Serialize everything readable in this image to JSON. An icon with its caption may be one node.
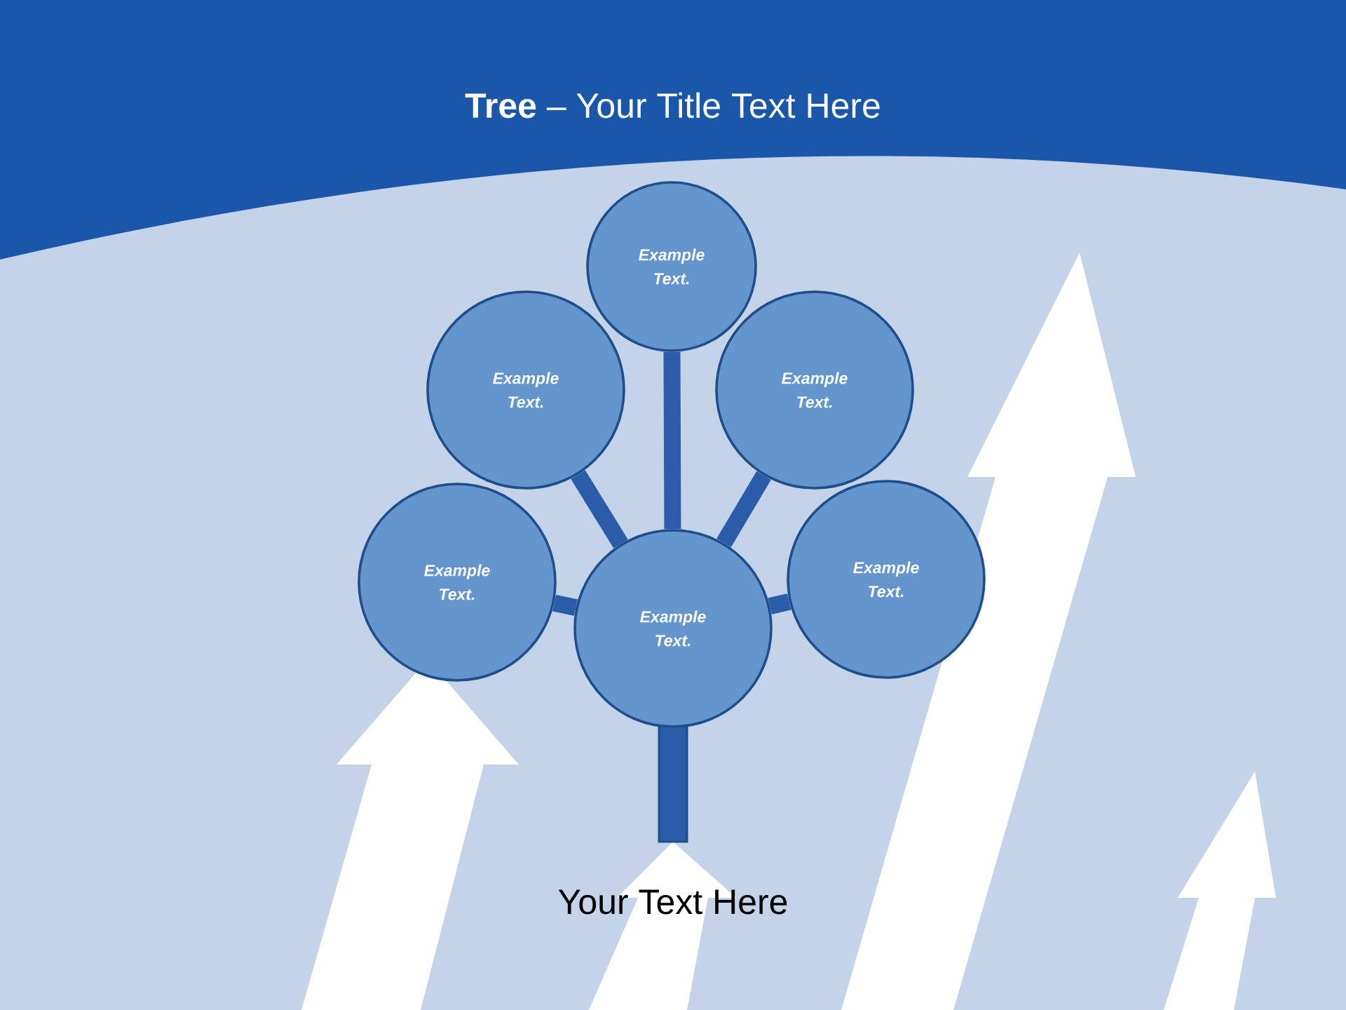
{
  "diagram": {
    "title": "**Tree** – Your Title Text Here",
    "nodes": [
      {
        "text": [
          "Example Text."
        ]
      },
      {
        "text": [
          "Example Text."
        ]
      },
      {
        "text": [
          "Example Text."
        ]
      },
      {
        "text": [
          "Example Text."
        ]
      },
      {
        "text": [
          "Example Text."
        ]
      },
      {
        "text": [
          "Example Text."
        ]
      },
      {
        "text": [],
        "shape": "bar"
      }
    ],
    "edges": [
      {
        "from": 5,
        "to": 0,
        "arrow": "none"
      },
      {
        "from": 5,
        "to": 1,
        "arrow": "none"
      },
      {
        "from": 5,
        "to": 2,
        "arrow": "none"
      },
      {
        "from": 5,
        "to": 3,
        "arrow": "none"
      },
      {
        "from": 5,
        "to": 4,
        "arrow": "none"
      }
    ],
    "labels": [
      "Your Text Here"
    ]
  }
}
